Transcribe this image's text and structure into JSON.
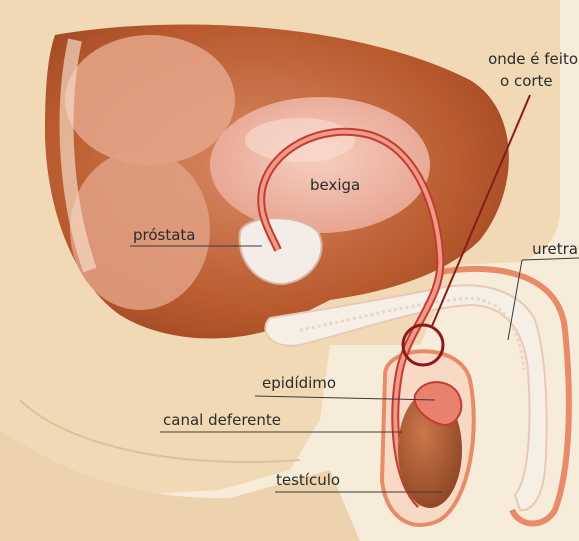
{
  "labels": {
    "cut_line1": "onde é feito",
    "cut_line2": "o corte",
    "bladder": "bexiga",
    "prostate": "próstata",
    "urethra": "uretra",
    "epididymis": "epidídimo",
    "vas_deferens": "canal deferente",
    "testicle": "testículo"
  },
  "colors": {
    "background": "#f7ecd9",
    "skin": "#f2d9b5",
    "cavity": "#b85a2e",
    "organ": "#eeb4a2",
    "duct": "#e8826e",
    "duct_outline": "#c23b35",
    "testis": "#a4572f",
    "urethra": "#f6efe6",
    "pointer": "#8a1a1a",
    "label_text": "#2b2b2b"
  }
}
